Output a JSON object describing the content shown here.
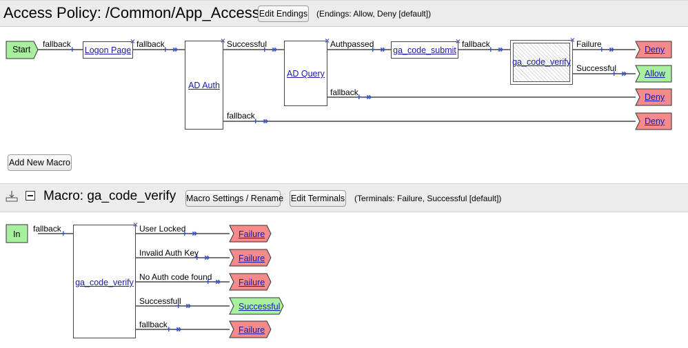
{
  "policy": {
    "title": "Access Policy: /Common/App_Access_MFA",
    "edit_endings_label": "Edit Endings",
    "endings_note": "(Endings: Allow, Deny [default])",
    "start_label": "Start",
    "branch_labels": {
      "start_fallback": "fallback",
      "logon_fallback": "fallback",
      "ad_auth_successful": "Successful",
      "ad_query_authpassed": "Authpassed",
      "ga_submit_fallback": "fallback",
      "ga_verify_failure": "Failure",
      "ga_verify_successful": "Successful",
      "ad_query_fallback": "fallback",
      "ad_auth_fallback": "fallback"
    },
    "nodes": {
      "logon_page": "Logon Page",
      "ad_auth": "AD Auth",
      "ad_query": "AD Query",
      "ga_code_submit": "ga_code_submit",
      "ga_code_verify": "ga_code_verify"
    },
    "endings": [
      "Deny",
      "Allow",
      "Deny",
      "Deny"
    ],
    "add_macro_label": "Add New Macro"
  },
  "macro": {
    "title": "Macro: ga_code_verify",
    "settings_label": "Macro Settings / Rename",
    "edit_terminals_label": "Edit Terminals",
    "terminals_note": "(Terminals: Failure, Successful [default])",
    "in_label": "In",
    "in_fallback": "fallback",
    "node": "ga_code_verify",
    "branches": [
      "User Locked",
      "Invalid Auth Key",
      "No Auth code found",
      "Successfull",
      "fallback"
    ],
    "terminals": [
      "Failure",
      "Failure",
      "Failure",
      "Successful",
      "Failure"
    ]
  },
  "colors": {
    "deny": "#f58a8a",
    "allow": "#a8f0a0",
    "start": "#a8f0a0",
    "header_bg": "#ececec",
    "link": "#1a1aa6"
  }
}
